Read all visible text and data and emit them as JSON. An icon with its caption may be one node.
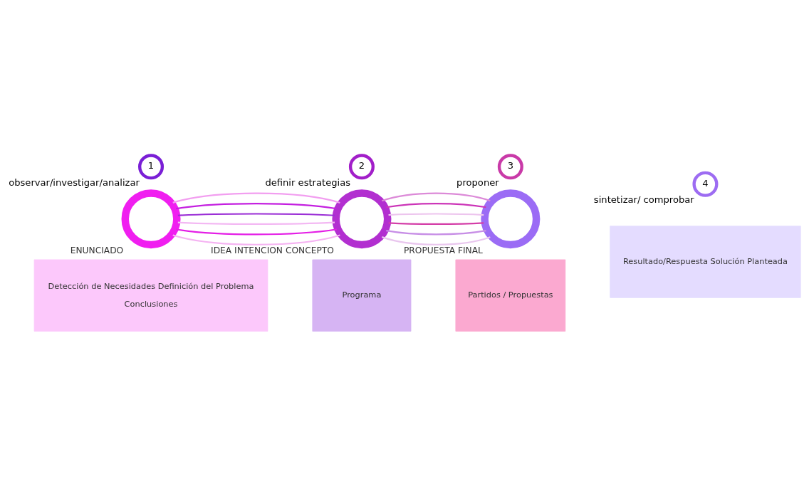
{
  "diagram": {
    "nodes": [
      {
        "text": [
          "1"
        ],
        "beside": [
          "observar/investigar/analizar"
        ]
      },
      {
        "text": [
          "2"
        ],
        "beside": [
          "definir estrategias"
        ]
      },
      {
        "text": [
          "3"
        ],
        "beside": [
          "proponer"
        ]
      },
      {
        "text": [
          "4"
        ],
        "beside": [
          "sintetizar/ comprobar"
        ]
      },
      {
        "text": [
          "ENUNCIADO"
        ]
      },
      {
        "text": [
          "IDEA INTENCION CONCEPTO"
        ]
      },
      {
        "text": [
          "PROPUESTA FINAL"
        ]
      },
      {
        "text": [
          "Detección de Necesidades Definición del Problema",
          "Conclusiones"
        ]
      },
      {
        "text": [
          "Programa"
        ]
      },
      {
        "text": [
          "Partidos / Propuestas"
        ]
      },
      {
        "text": [
          "Resultado/Respuesta Solución Planteada"
        ]
      }
    ],
    "edges": [
      {
        "from": 4,
        "to": 5,
        "arrow": "none",
        "color": "#f5b3f2"
      },
      {
        "from": 4,
        "to": 5,
        "arrow": "none",
        "color": "#e41ee6"
      },
      {
        "from": 4,
        "to": 5,
        "arrow": "none",
        "color": "#f3b8f3"
      },
      {
        "from": 4,
        "to": 5,
        "arrow": "none",
        "color": "#9b2fd6"
      },
      {
        "from": 4,
        "to": 5,
        "arrow": "none",
        "color": "#c41fe0"
      },
      {
        "from": 4,
        "to": 5,
        "arrow": "none",
        "color": "#f29ef0"
      },
      {
        "from": 5,
        "to": 6,
        "arrow": "none",
        "color": "#e9c6ee"
      },
      {
        "from": 5,
        "to": 6,
        "arrow": "none",
        "color": "#c78ee6"
      },
      {
        "from": 5,
        "to": 6,
        "arrow": "none",
        "color": "#d43ea8"
      },
      {
        "from": 5,
        "to": 6,
        "arrow": "none",
        "color": "#edc5ee"
      },
      {
        "from": 5,
        "to": 6,
        "arrow": "none",
        "color": "#cc35b8"
      },
      {
        "from": 5,
        "to": 6,
        "arrow": "none",
        "color": "#dc8ad8"
      }
    ]
  }
}
